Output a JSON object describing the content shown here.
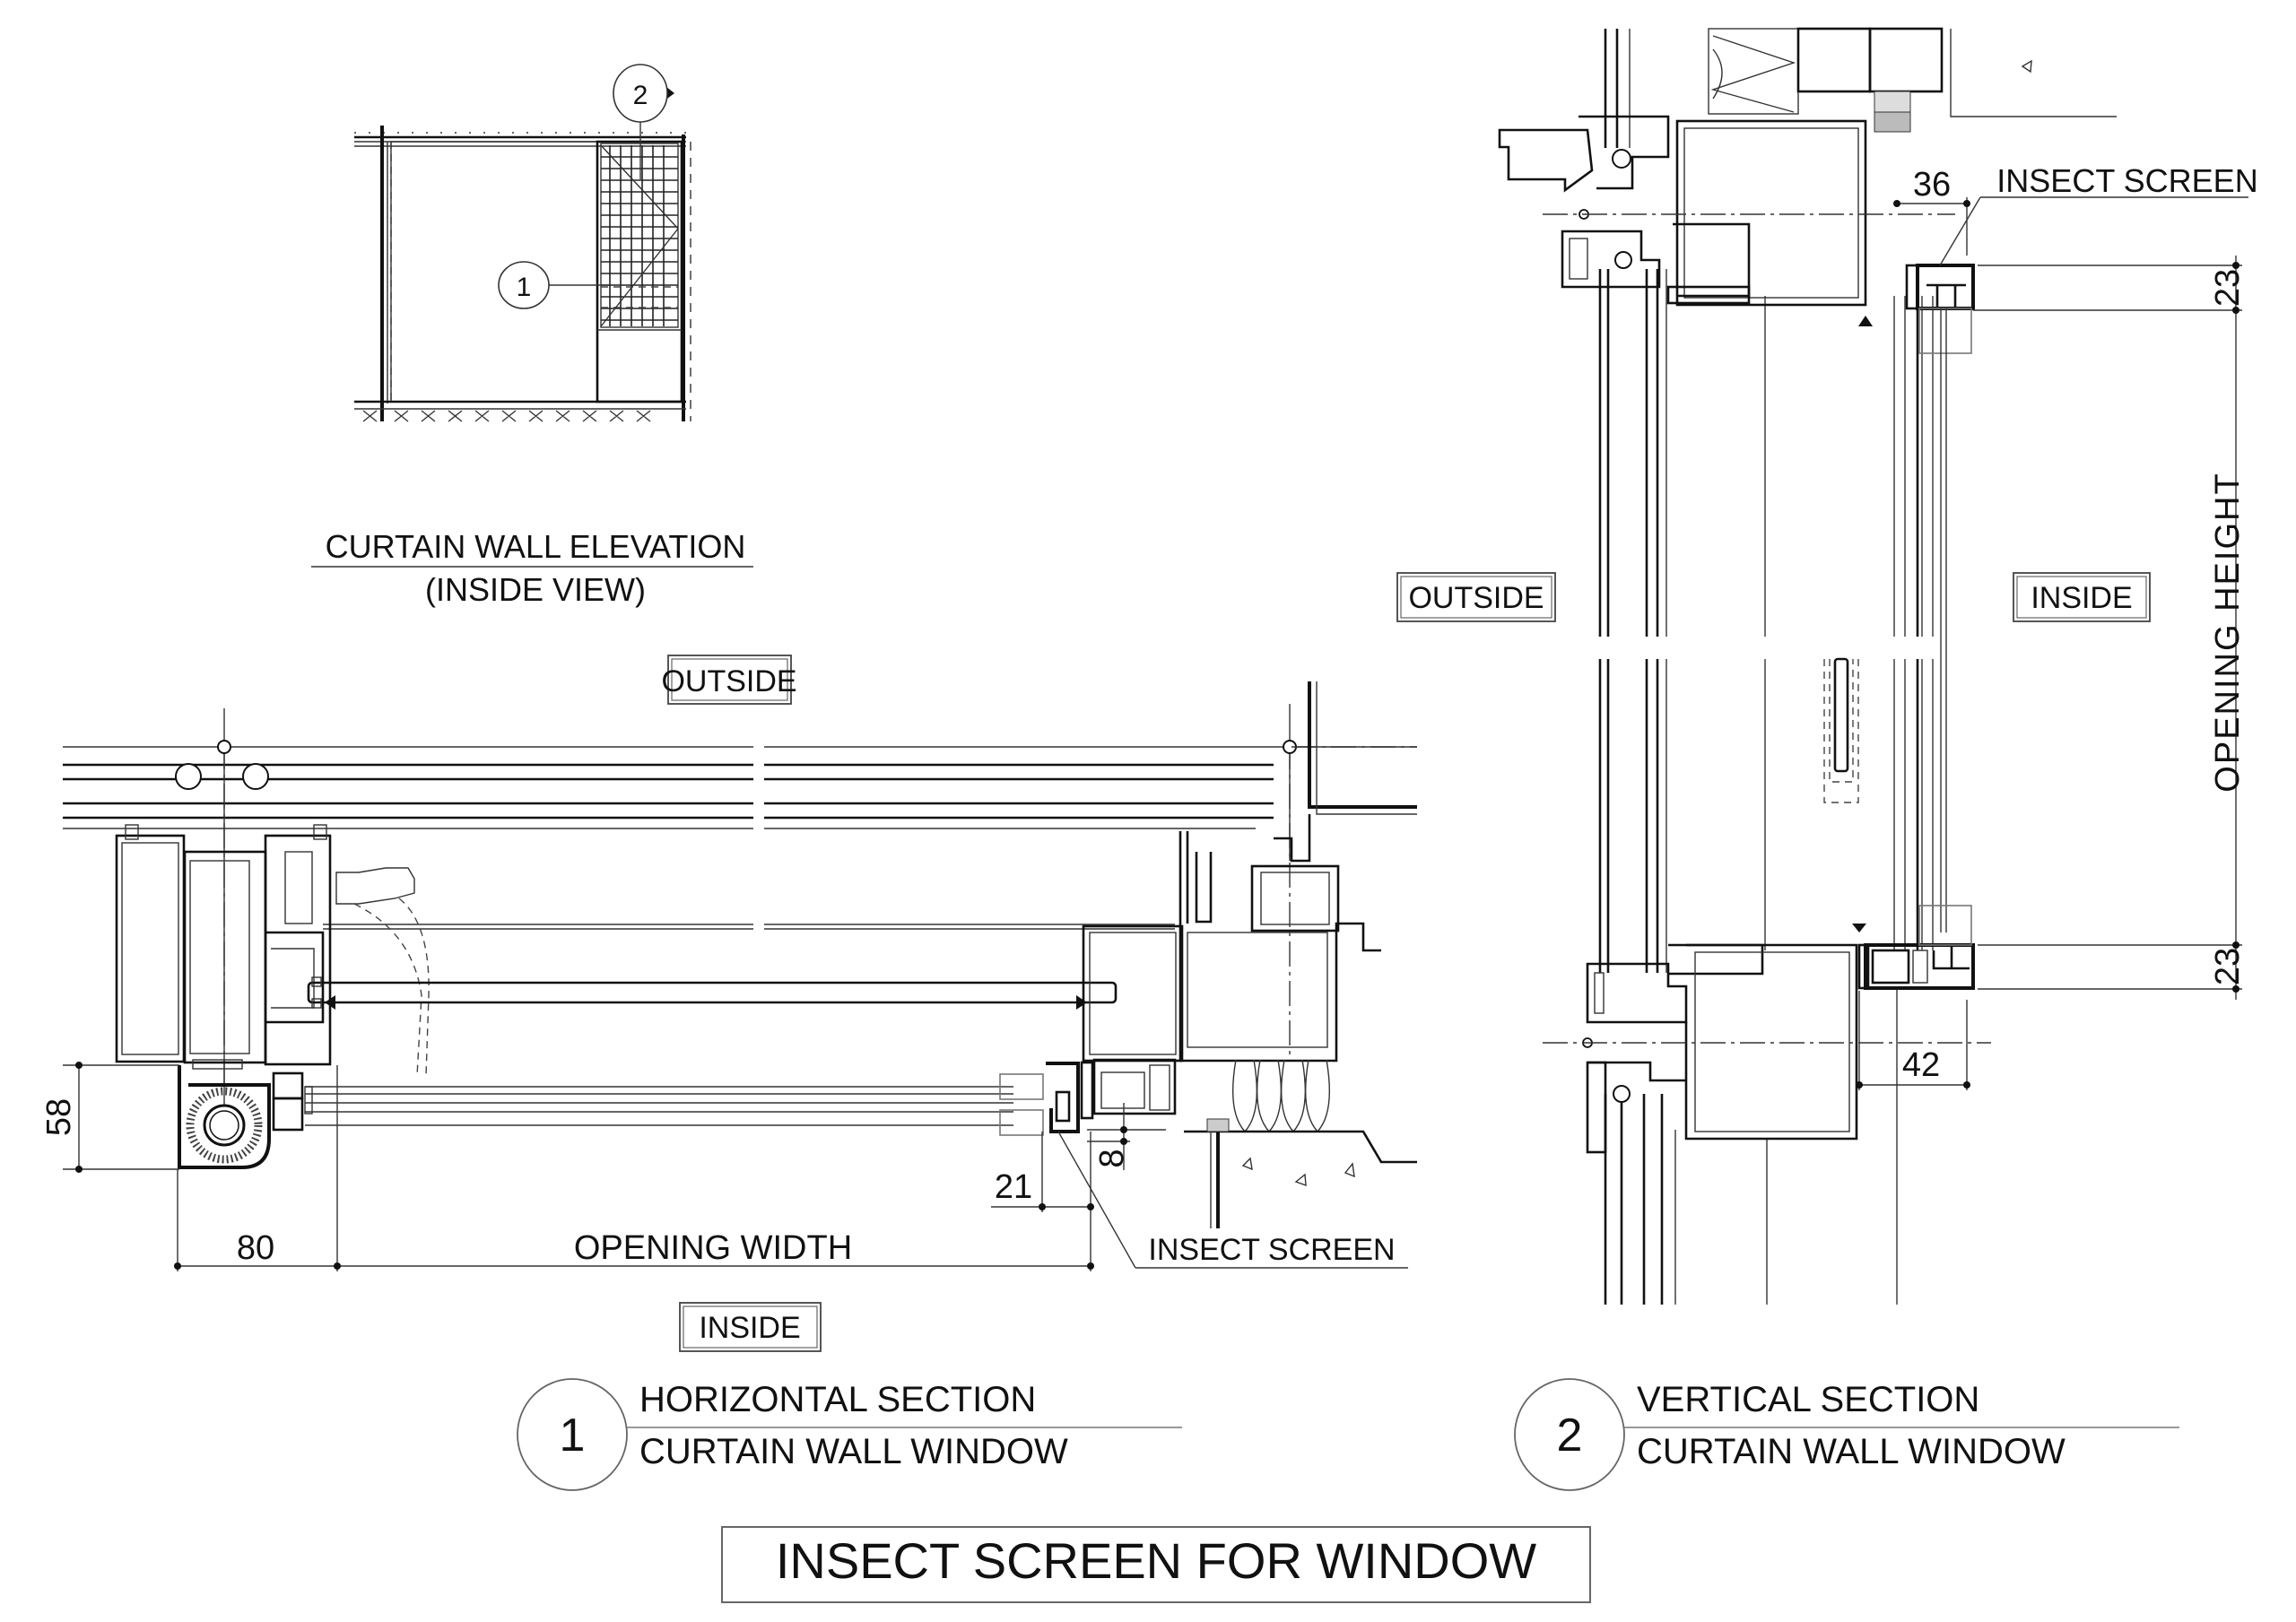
{
  "drawing": {
    "title": "INSECT SCREEN FOR WINDOW",
    "elevation": {
      "title_line1": "CURTAIN WALL ELEVATION",
      "title_line2": "(INSIDE VIEW)",
      "section_marker_1": "1",
      "section_marker_2": "2"
    },
    "horizontal_section": {
      "number": "1",
      "title_line1": "HORIZONTAL SECTION",
      "title_line2": "CURTAIN WALL WINDOW",
      "label_outside": "OUTSIDE",
      "label_inside": "INSIDE",
      "label_insect_screen": "INSECT SCREEN",
      "dimensions": {
        "d58": "58",
        "d80": "80",
        "opening_width": "OPENING WIDTH",
        "d21": "21",
        "d8": "8"
      }
    },
    "vertical_section": {
      "number": "2",
      "title_line1": "VERTICAL SECTION",
      "title_line2": "CURTAIN WALL WINDOW",
      "label_outside": "OUTSIDE",
      "label_inside": "INSIDE",
      "label_insect_screen": "INSECT SCREEN",
      "dimensions": {
        "d36": "36",
        "d23_top": "23",
        "opening_height": "OPENING HEIGHT",
        "d23_bottom": "23",
        "d42": "42"
      }
    }
  }
}
